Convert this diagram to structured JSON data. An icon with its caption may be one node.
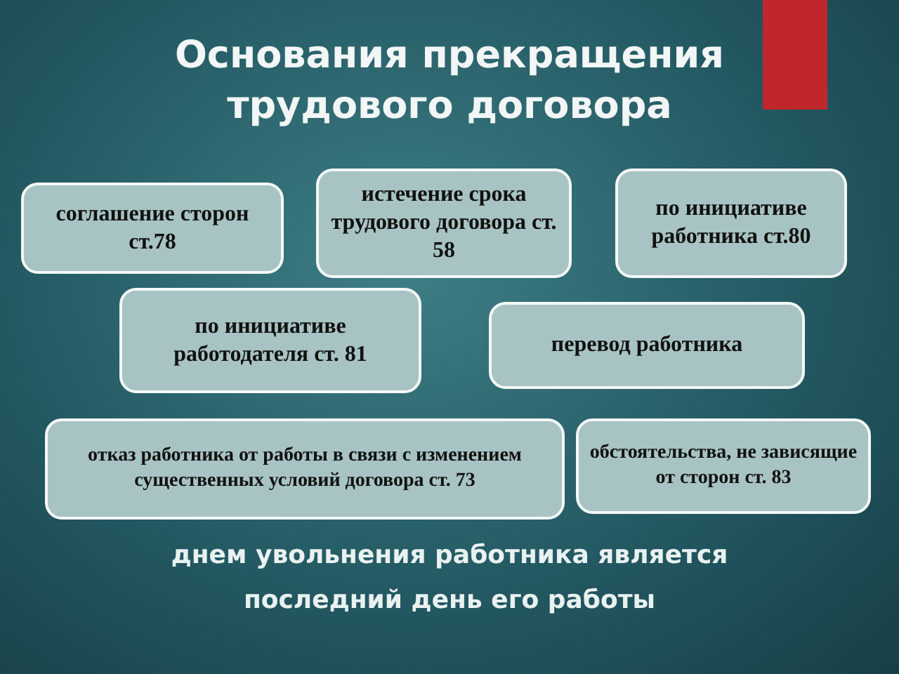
{
  "diagram": {
    "title": "Основания прекращения трудового договора",
    "nodes": [
      {
        "text": [
          "соглашение сторон ст.78"
        ]
      },
      {
        "text": [
          "истечение срока трудового договора ст. 58"
        ]
      },
      {
        "text": [
          "по инициативе работника ст.80"
        ]
      },
      {
        "text": [
          "по инициативе работодателя ст. 81"
        ]
      },
      {
        "text": [
          "перевод работника"
        ]
      },
      {
        "text": [
          "отказ работника от работы в связи с изменением существенных условий договора ст. 73"
        ]
      },
      {
        "text": [
          "обстоятельства, не зависящие от сторон ст. 83"
        ]
      }
    ],
    "labels": [
      "днем увольнения работника является последний день его работы"
    ]
  }
}
